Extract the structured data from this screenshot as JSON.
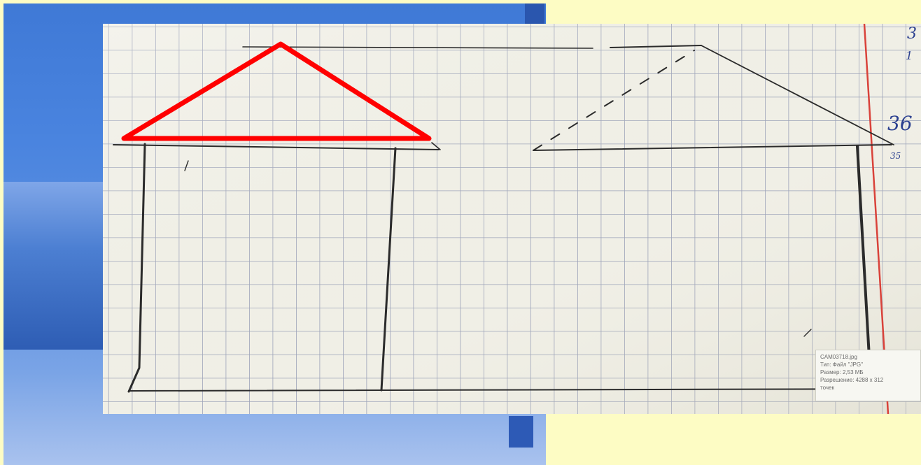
{
  "slide": {
    "background_color": "#fdfcc4",
    "photo_tint": "#4a84df",
    "highlight_color": "#ff0000"
  },
  "tooltip": {
    "filename": "CAM03718.jpg",
    "type_line": "Тип: Файл \"JPG\"",
    "size_line": "Размер: 2,53 МБ",
    "resolution_line": "Разрешение: 4288 x 312",
    "last_line": "точек"
  },
  "margin_notes": {
    "note_1": "3",
    "note_2": "1",
    "note_3": "36",
    "note_4": "35"
  }
}
